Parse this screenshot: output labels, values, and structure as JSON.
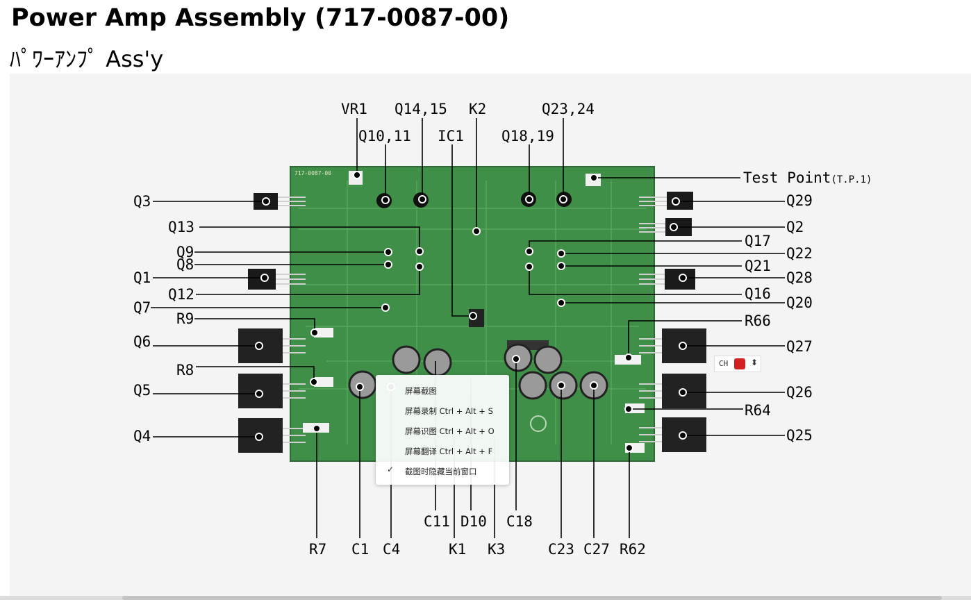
{
  "header": {
    "title": "Power Amp Assembly (717-0087-00)",
    "subtitle": "ﾊﾟﾜｰｱﾝﾌﾟ Ass'y"
  },
  "board": {
    "part_number": "717-0087-00"
  },
  "labels": {
    "VR1": "VR1",
    "Q14_15": "Q14,15",
    "K2": "K2",
    "Q23_24": "Q23,24",
    "Q10_11": "Q10,11",
    "IC1": "IC1",
    "Q18_19": "Q18,19",
    "test_point": "Test Point",
    "test_point_sub": "(T.P.1)",
    "Q3": "Q3",
    "Q29": "Q29",
    "Q13": "Q13",
    "Q2": "Q2",
    "Q9": "Q9",
    "Q17": "Q17",
    "Q8": "Q8",
    "Q22": "Q22",
    "Q1": "Q1",
    "Q21": "Q21",
    "Q12": "Q12",
    "Q28": "Q28",
    "Q7": "Q7",
    "Q16": "Q16",
    "R9": "R9",
    "Q20": "Q20",
    "Q6": "Q6",
    "R66": "R66",
    "R8": "R8",
    "Q27": "Q27",
    "Q5": "Q5",
    "Q26": "Q26",
    "Q4": "Q4",
    "R64": "R64",
    "Q25": "Q25",
    "C11": "C11",
    "D10": "D10",
    "C18": "C18",
    "R7": "R7",
    "C1": "C1",
    "C4": "C4",
    "K1": "K1",
    "K3": "K3",
    "C23": "C23",
    "C27": "C27",
    "R62": "R62"
  },
  "context_menu": {
    "items": [
      {
        "label": "屏幕截图"
      },
      {
        "label": "屏幕录制 Ctrl + Alt + S"
      },
      {
        "label": "屏幕识图 Ctrl + Alt + O"
      },
      {
        "label": "屏幕翻译 Ctrl + Alt + F"
      },
      {
        "label": "截图时隐藏当前窗口",
        "checked": true
      }
    ]
  },
  "ime": {
    "mode": "CH"
  },
  "colors": {
    "pcb": "#3f8f48",
    "pcb_dark": "#2f7338",
    "leader": "#000000",
    "menu_bg": "#ffffff"
  }
}
